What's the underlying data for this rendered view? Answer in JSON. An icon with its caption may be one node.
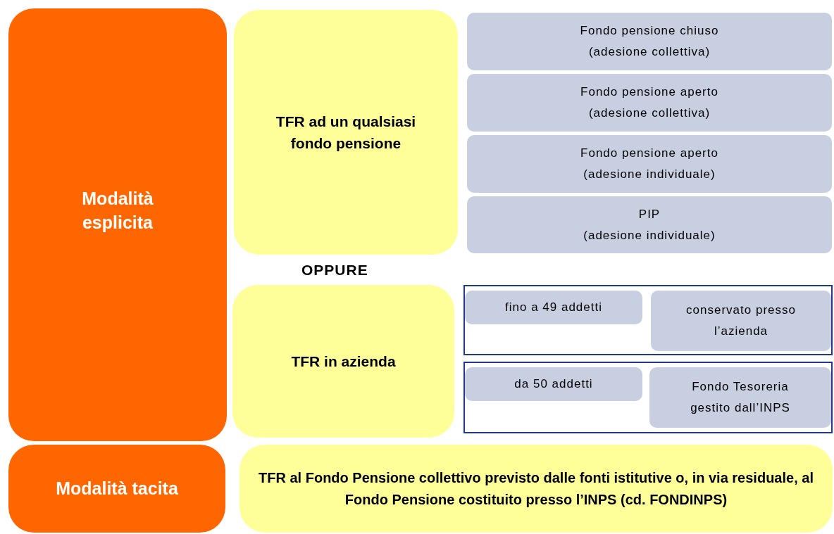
{
  "diagram": {
    "nodes": [
      {
        "text": [
          "Modalità esplicita"
        ]
      },
      {
        "text": [
          "TFR ad un qualsiasi fondo pensione"
        ]
      },
      {
        "text": [
          "Fondo pensione chiuso",
          "(adesione collettiva)"
        ]
      },
      {
        "text": [
          "Fondo pensione aperto",
          "(adesione collettiva)"
        ]
      },
      {
        "text": [
          "Fondo pensione aperto",
          "(adesione individuale)"
        ]
      },
      {
        "text": [
          "PIP",
          "(adesione individuale)"
        ]
      },
      {
        "text": [
          "TFR in azienda"
        ]
      },
      {
        "text": [],
        "shape": "box"
      },
      {
        "text": [
          "fino a 49 addetti"
        ],
        "in": 7
      },
      {
        "text": [
          "conservato presso l’azienda"
        ],
        "in": 7
      },
      {
        "text": [],
        "shape": "box"
      },
      {
        "text": [
          "da 50 addetti"
        ],
        "in": 10
      },
      {
        "text": [
          "Fondo Tesoreria gestito dall’INPS"
        ],
        "in": 10
      },
      {
        "text": [
          "Modalità tacita"
        ]
      },
      {
        "text": [
          "TFR al Fondo Pensione collettivo previsto dalle fonti istitutive o, in via residuale, al Fondo Pensione costituito presso l’INPS (cd. FONDINPS)"
        ]
      }
    ],
    "labels": [
      "OPPURE"
    ]
  }
}
